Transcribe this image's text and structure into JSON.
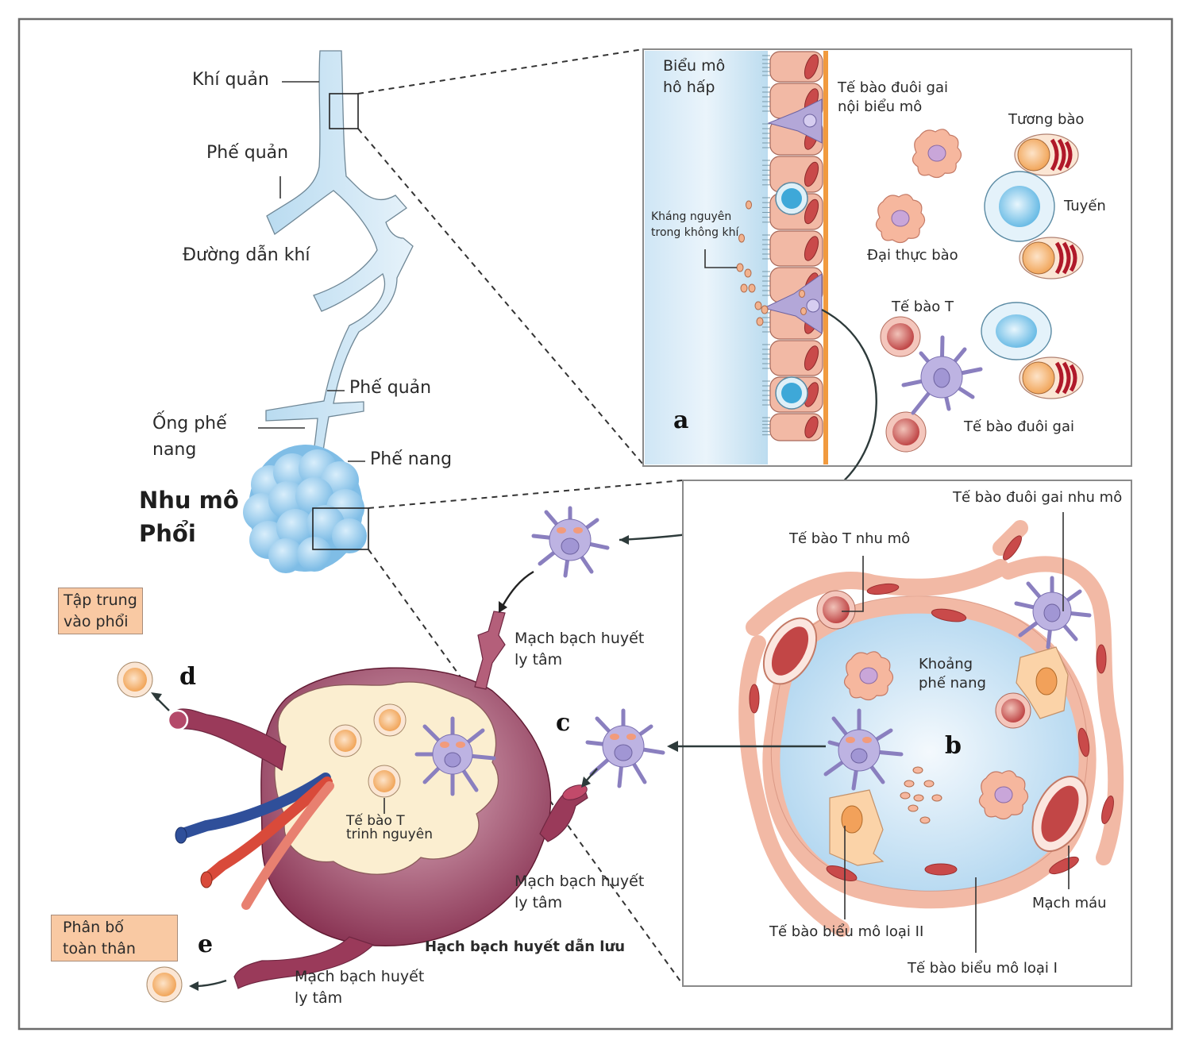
{
  "figure": {
    "airway_labels": {
      "trachea": "Khí quản",
      "bronchus_upper": "Phế quản",
      "airways": "Đường dẫn khí",
      "bronchus_lower": "Phế quản",
      "alveolar_duct_line1": "Ống phế",
      "alveolar_duct_line2": "nang",
      "alveoli": "Phế nang",
      "lung_parenchyma_line1": "Nhu mô",
      "lung_parenchyma_line2": "Phổi"
    },
    "panel_a": {
      "letter": "a",
      "respiratory_epithelium_line1": "Biểu mô",
      "respiratory_epithelium_line2": "hô hấp",
      "intraepithelial_dc_line1": "Tế bào đuôi gai",
      "intraepithelial_dc_line2": "nội biểu mô",
      "airborne_antigen_line1": "Kháng nguyên",
      "airborne_antigen_line2": "trong không khí",
      "plasma_cell": "Tương bào",
      "gland": "Tuyến",
      "macrophage": "Đại thực bào",
      "t_cell": "Tế bào T",
      "dendritic_cell": "Tế bào đuôi gai"
    },
    "panel_b": {
      "letter": "b",
      "parenchymal_dc": "Tế bào đuôi gai nhu mô",
      "parenchymal_t_cell": "Tế bào T nhu mô",
      "alveolar_space_line1": "Khoảng",
      "alveolar_space_line2": "phế nang",
      "blood_vessel": "Mạch máu",
      "type2_epithelial": "Tế bào biểu mô loại II",
      "type1_epithelial": "Tế bào biểu mô loại I"
    },
    "lymph_node": {
      "letter_c": "c",
      "letter_d": "d",
      "letter_e": "e",
      "afferent_lymph_top_line1": "Mạch bạch huyết",
      "afferent_lymph_top_line2": "ly tâm",
      "afferent_lymph_right_line1": "Mạch bạch huyết",
      "afferent_lymph_right_line2": "ly tâm",
      "efferent_lymph_line1": "Mạch bạch huyết",
      "efferent_lymph_line2": "ly tâm",
      "naive_t_cell_line1": "Tế bào T",
      "naive_t_cell_line2": "trinh nguyên",
      "draining_lymph_node": "Hạch bạch huyết dẫn lưu"
    },
    "notes": {
      "home_to_lung_line1": "Tập trung",
      "home_to_lung_line2": "vào phổi",
      "systemic_line1": "Phân bố",
      "systemic_line2": "toàn thân"
    },
    "colors": {
      "airway_blue": "#cfe6f5",
      "epithelium_pink": "#f2b9a5",
      "nucleus_red": "#c94a4a",
      "dendritic_purple": "#b9b1dc",
      "t_cell_red": "#c9595a",
      "naive_t_orange": "#f4a55d",
      "lymph_node_maroon": "#8c2f50",
      "lymph_node_core": "#fbeed0",
      "note_fill": "#f9c9a3"
    }
  }
}
